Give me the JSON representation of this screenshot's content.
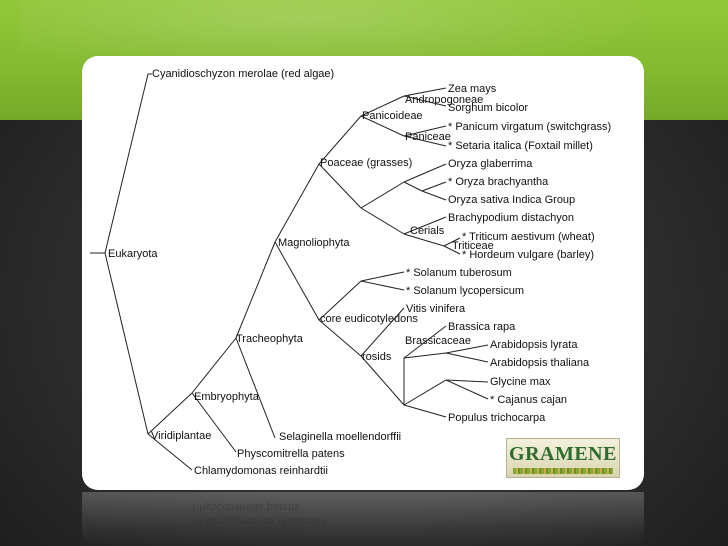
{
  "slide": {
    "background_color": "#2d2d2d",
    "top_bar_color": "#8cc13a",
    "card_color": "#ffffff"
  },
  "tree": {
    "root": "Eukaryota",
    "nodes": {
      "viridiplantae": "Viridiplantae",
      "embryophyta": "Embryophyta",
      "tracheophyta": "Tracheophyta",
      "magnoliophyta": "Magnoliophyta",
      "poaceae": "Poaceae (grasses)",
      "panicoideae": "Panicoideae",
      "andropogoneae": "Andropogoneae",
      "paniceae": "Paniceae",
      "cerials": "Cerials",
      "triticeae": "Triticeae",
      "core_eudicotyledons": "core eudicotyledons",
      "rosids": "rosids",
      "brassicaceae": "Brassicaceae"
    },
    "leaves": {
      "cyanidioschyzon": "Cyanidioschyzon merolae (red algae)",
      "zea": "Zea mays",
      "sorghum": "Sorghum bicolor",
      "panicum": "* Panicum virgatum (switchgrass)",
      "setaria": "* Setaria italica (Foxtail millet)",
      "oryza_glaberrima": "Oryza glaberrima",
      "oryza_brachyantha": "* Oryza brachyantha",
      "oryza_sativa": "Oryza sativa Indica Group",
      "brachypodium": "Brachypodium distachyon",
      "triticum": "* Triticum aestivum (wheat)",
      "hordeum": "* Hordeum vulgare (barley)",
      "solanum_tuberosum": "* Solanum tuberosum",
      "solanum_lycopersicum": "* Solanum lycopersicum",
      "vitis": "Vitis vinifera",
      "brassica": "Brassica rapa",
      "arabidopsis_lyrata": "Arabidopsis lyrata",
      "arabidopsis_thaliana": "Arabidopsis thaliana",
      "glycine": "Glycine max",
      "cajanus": "* Cajanus cajan",
      "populus": "Populus trichocarpa",
      "selaginella": "Selaginella moellendorffii",
      "physcomitrella": "Physcomitrella patens",
      "chlamydomonas": "Chlamydomonas reinhardtii"
    }
  },
  "logo": {
    "text": "GRAMENE",
    "color": "#2e6b2c"
  }
}
